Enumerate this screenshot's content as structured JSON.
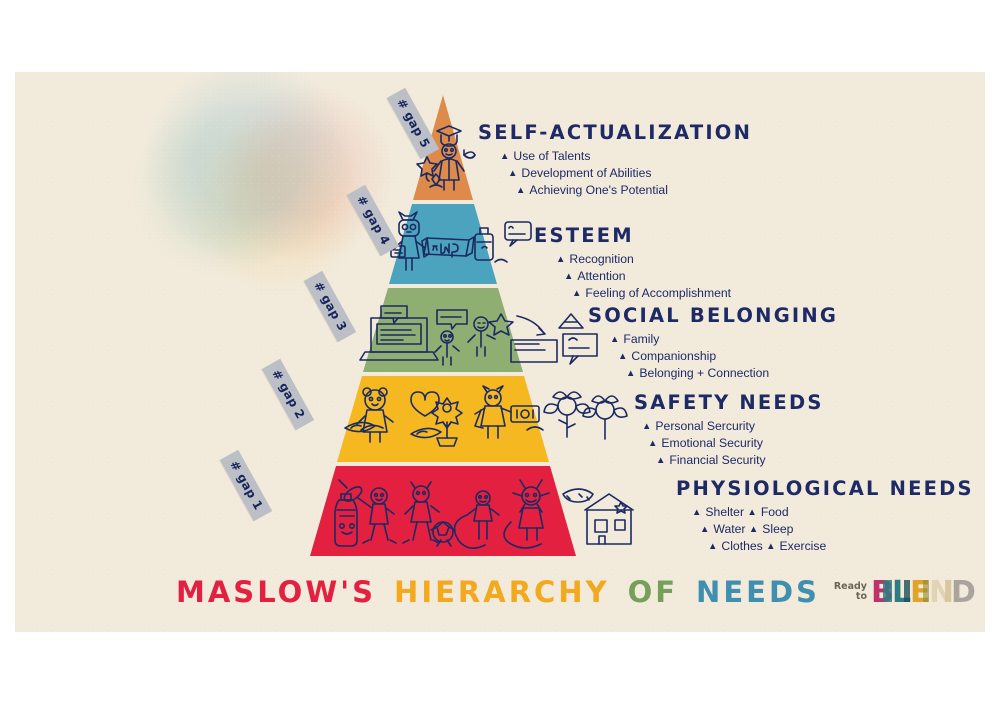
{
  "poster": {
    "title_words": [
      {
        "text": "MASLOW'S",
        "color": "#e3203f"
      },
      {
        "text": "HIERARCHY",
        "color": "#f2a91e"
      },
      {
        "text": "OF",
        "color": "#76a05a"
      },
      {
        "text": "NEEDS",
        "color": "#3e8fb0"
      }
    ],
    "background_color": "#f2ebdc",
    "ink_color": "#1d2a66"
  },
  "tiers": [
    {
      "id": "self-actualization",
      "gap_label": "# gap 5",
      "heading": "SELF-ACTUALIZATION",
      "color": "#dd8a4a",
      "bullets": [
        "Use of Talents",
        "Development of Abilities",
        "Achieving One's Potential"
      ],
      "columns": 1,
      "art": "graduate-star-diamond-butterfly-happy"
    },
    {
      "id": "esteem",
      "gap_label": "# gap 4",
      "heading": "ESTEEM",
      "color": "#4ba3be",
      "bullets": [
        "Recognition",
        "Attention",
        "Feeling of Accomplishment"
      ],
      "columns": 1,
      "art": "cat-report-card-hero-banner-glue-thats-cool"
    },
    {
      "id": "social-belonging",
      "gap_label": "# gap 3",
      "heading": "SOCIAL BELONGING",
      "color": "#8faf72",
      "bullets": [
        "Family",
        "Companionship",
        "Belonging + Connection"
      ],
      "columns": 1,
      "art": "laptop-hello-learning-is-fun-kids"
    },
    {
      "id": "safety-needs",
      "gap_label": "# gap 2",
      "heading": "SAFETY NEEDS",
      "color": "#f5b820",
      "bullets": [
        "Personal Sercurity",
        "Emotional Security",
        "Financial Security"
      ],
      "columns": 1,
      "art": "bear-heart-flower-superhero-money-sunflowers"
    },
    {
      "id": "physiological-needs",
      "gap_label": "# gap 1",
      "heading": "PHYSIOLOGICAL NEEDS",
      "color": "#e3203f",
      "bullets_col1": [
        "Shelter",
        "Water",
        "Clothes"
      ],
      "bullets_col2": [
        "Food",
        "Sleep",
        "Exercise"
      ],
      "columns": 2,
      "art": "bottle-tennis-soccer-jumprope-pizza-house"
    }
  ],
  "logo": {
    "ready": "Ready",
    "to": "to",
    "brand": "BLEND",
    "letters": [
      {
        "ch": "B",
        "color": "#c0306a"
      },
      {
        "ch": "L",
        "color": "#2f7c82"
      },
      {
        "ch": "E",
        "color": "#e0a42a"
      },
      {
        "ch": "N",
        "color": "#e9dcc0"
      },
      {
        "ch": "D",
        "color": "#a9a59c"
      }
    ]
  }
}
